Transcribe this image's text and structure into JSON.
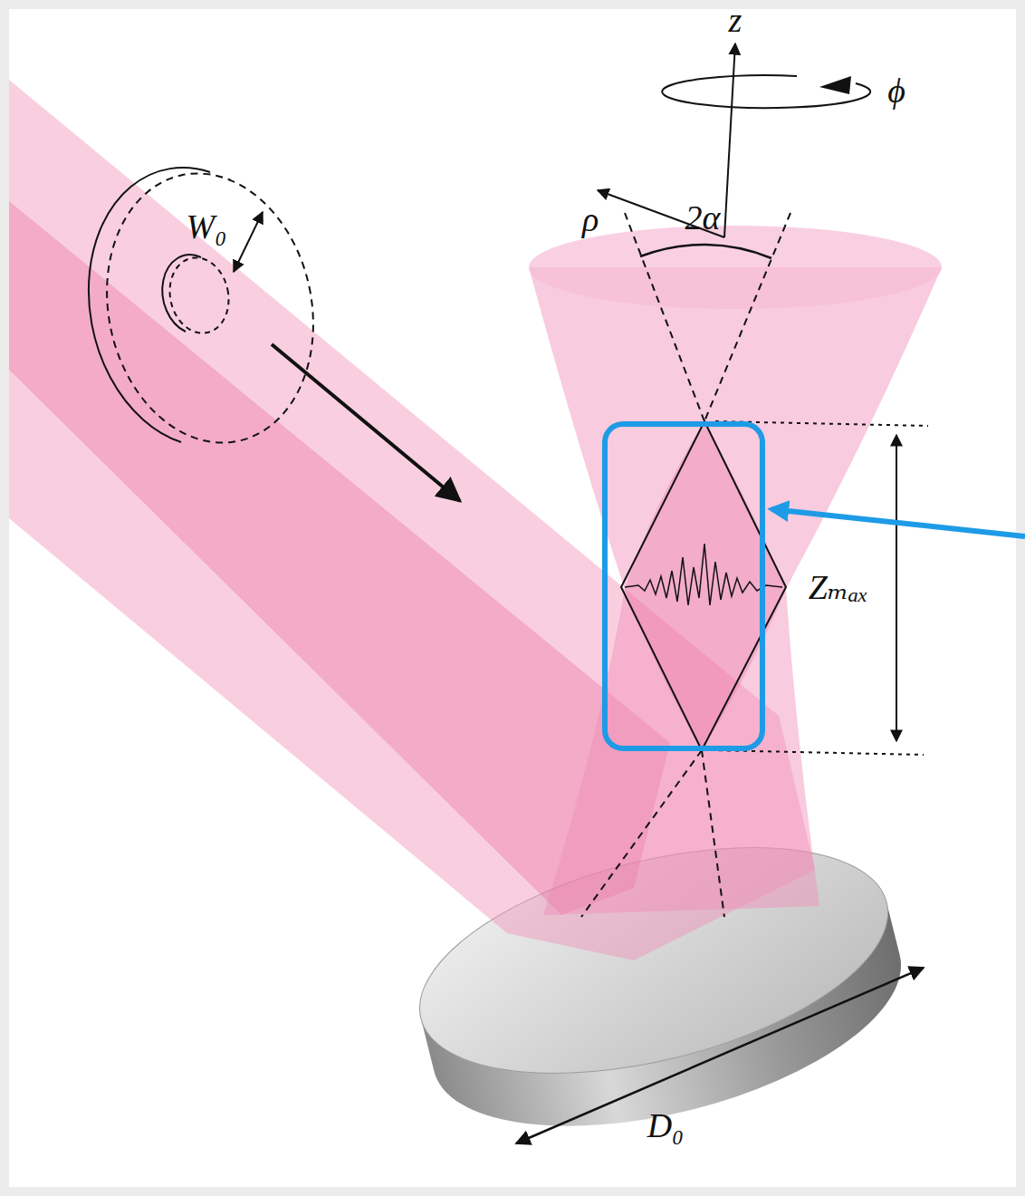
{
  "diagram": {
    "labels": [
      "z",
      "ϕ",
      "ρ",
      "2α",
      "W₀",
      "Zₘₐₓ",
      "D₀"
    ]
  }
}
